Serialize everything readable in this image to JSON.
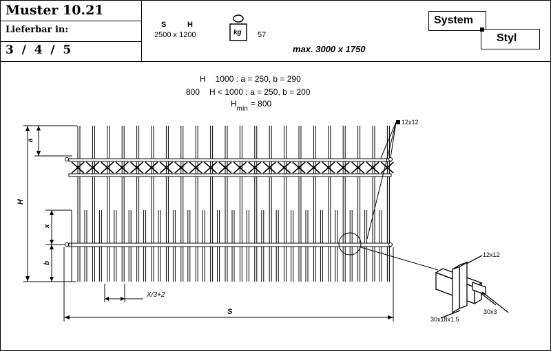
{
  "header": {
    "title": "Muster 10.21",
    "availability_label": "Lieferbar in:",
    "availability_values": "3  /  4  /  5",
    "dims_label_s": "S",
    "dims_label_h": "H",
    "dims_value": "2500 x 1200",
    "weight_icon_text": "kg",
    "weight_value": "57",
    "max_size": "max. 3000 x 1750",
    "system_label": "System",
    "styl_label": "Styl"
  },
  "drawing": {
    "formula_1_h": "H",
    "formula_1_rest": "1000 : a = 250, b = 290",
    "formula_2_prefix": "800",
    "formula_2_rest": "H < 1000 : a = 250, b = 200",
    "formula_3_h": "H",
    "formula_3_sub": "min",
    "formula_3_rest": "= 800",
    "dim_a": "a",
    "dim_H": "H",
    "dim_x": "x",
    "dim_b": "b",
    "dim_S": "S",
    "gap_label": "X/3+2",
    "bar_section": "12x12",
    "detail_bar": "12x12",
    "detail_rail": "30x18x1,5",
    "detail_bracket": "30x3",
    "icon": "weight-icon"
  }
}
